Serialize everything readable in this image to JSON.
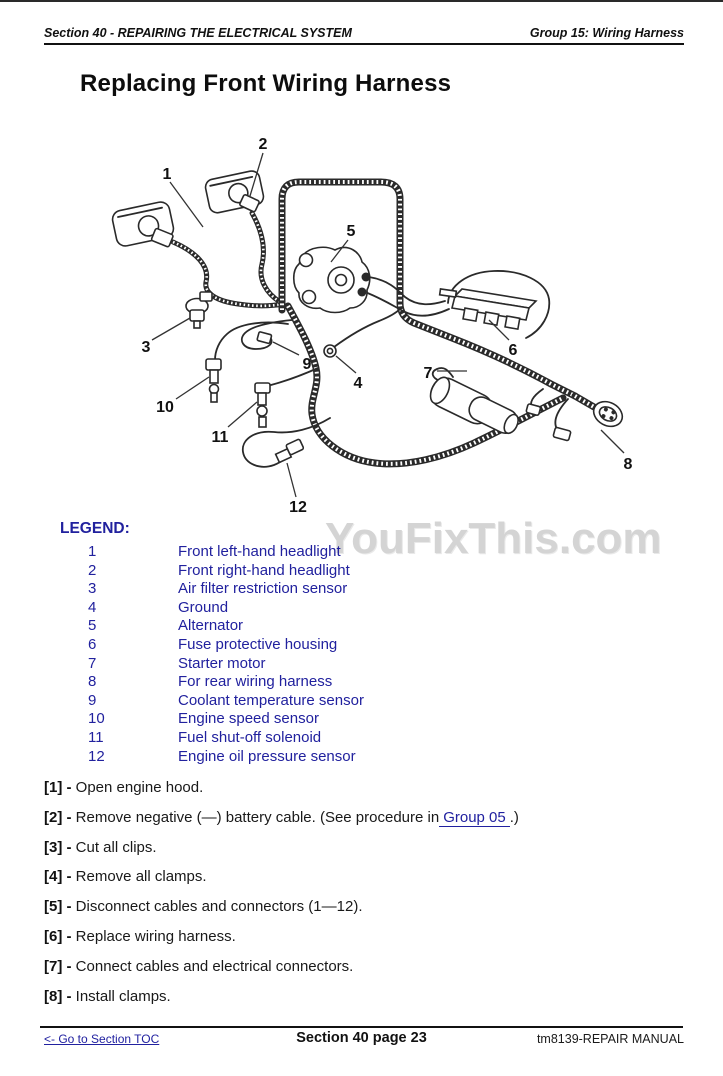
{
  "header": {
    "left": "Section 40 - REPAIRING THE ELECTRICAL SYSTEM",
    "right": "Group 15: Wiring Harness"
  },
  "title": "Replacing Front Wiring Harness",
  "watermark": "YouFixThis.com",
  "diagram": {
    "callouts": [
      "1",
      "2",
      "3",
      "4",
      "5",
      "6",
      "7",
      "8",
      "9",
      "10",
      "11",
      "12"
    ]
  },
  "legend": {
    "heading": "LEGEND:",
    "items": [
      {
        "num": "1",
        "label": "Front left-hand headlight"
      },
      {
        "num": "2",
        "label": "Front right-hand headlight"
      },
      {
        "num": "3",
        "label": "Air filter restriction sensor"
      },
      {
        "num": "4",
        "label": "Ground"
      },
      {
        "num": "5",
        "label": "Alternator"
      },
      {
        "num": "6",
        "label": "Fuse protective housing"
      },
      {
        "num": "7",
        "label": "Starter motor"
      },
      {
        "num": "8",
        "label": "For rear wiring harness"
      },
      {
        "num": "9",
        "label": "Coolant temperature sensor"
      },
      {
        "num": "10",
        "label": "Engine speed sensor"
      },
      {
        "num": "11",
        "label": "Fuel shut-off solenoid"
      },
      {
        "num": "12",
        "label": "Engine oil pressure sensor"
      }
    ]
  },
  "steps": [
    {
      "label": "[1] -",
      "text": "Open engine hood."
    },
    {
      "label": "[2] -",
      "pre": "Remove negative (—) battery cable. (See procedure in",
      "link": "Group 05",
      "post": ".)"
    },
    {
      "label": "[3] -",
      "text": "Cut all clips."
    },
    {
      "label": "[4] -",
      "text": "Remove all clamps."
    },
    {
      "label": "[5] -",
      "text": "Disconnect cables and connectors (1—12)."
    },
    {
      "label": "[6] -",
      "text": "Replace wiring harness."
    },
    {
      "label": "[7] -",
      "text": "Connect cables and electrical connectors."
    },
    {
      "label": "[8] -",
      "text": "Install clamps."
    }
  ],
  "footer": {
    "left": "<- Go to Section TOC",
    "center": "Section 40 page 23",
    "right": "tm8139-REPAIR MANUAL"
  },
  "colors": {
    "legend_blue": "#21219e",
    "link_blue": "#2121a0",
    "watermark_gray": "#d4d4d4",
    "line_dark": "#2a2a2a"
  }
}
